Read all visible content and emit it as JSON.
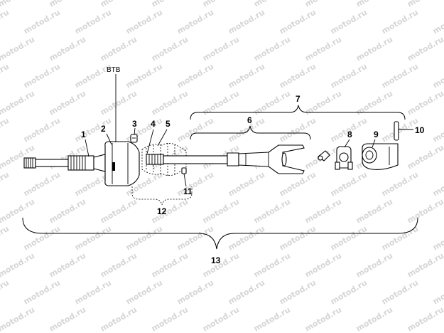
{
  "watermark": {
    "text": "motod.ru"
  },
  "labels": {
    "btb": "BTB",
    "n1": "1",
    "n2": "2",
    "n3": "3",
    "n4": "4",
    "n5": "5",
    "n6": "6",
    "n7": "7",
    "n8": "8",
    "n9": "9",
    "n10": "10",
    "n11": "11",
    "n12": "12",
    "n13": "13"
  },
  "colors": {
    "line": "#000000",
    "watermark": "#d6d6d6",
    "background": "#ffffff"
  }
}
